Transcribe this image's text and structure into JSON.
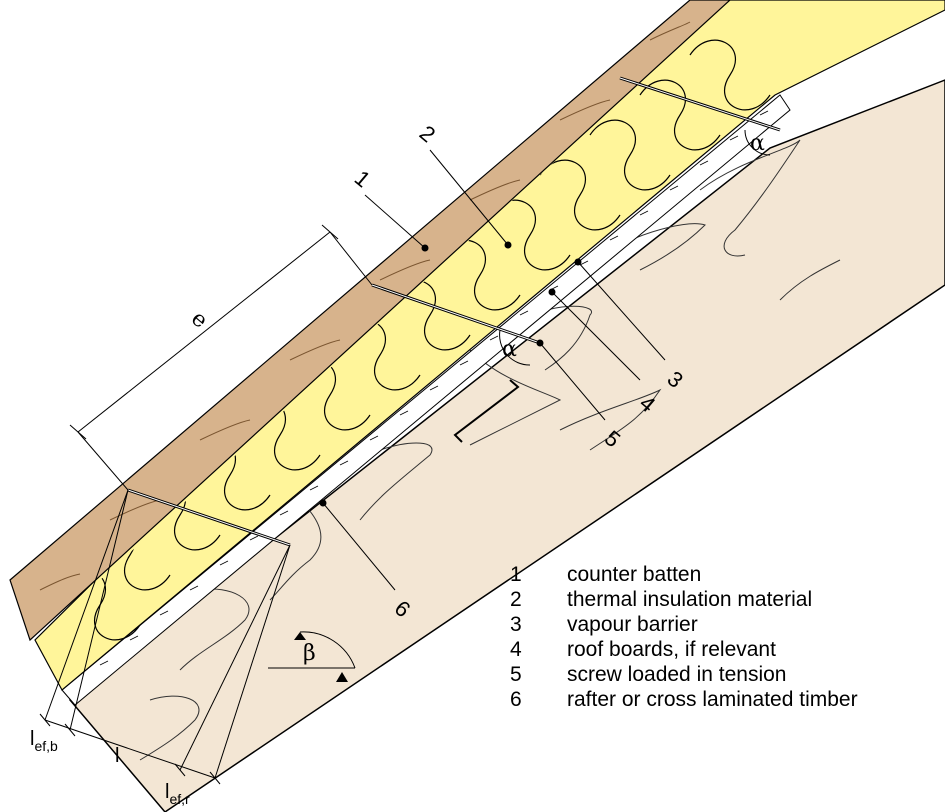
{
  "legend": [
    {
      "num": "1",
      "text": "counter batten"
    },
    {
      "num": "2",
      "text": "thermal insulation material"
    },
    {
      "num": "3",
      "text": "vapour barrier"
    },
    {
      "num": "4",
      "text": "roof boards, if relevant"
    },
    {
      "num": "5",
      "text": "screw loaded in tension"
    },
    {
      "num": "6",
      "text": "rafter or cross laminated timber"
    }
  ],
  "callouts": [
    "1",
    "2",
    "3",
    "4",
    "5",
    "6"
  ],
  "symbols": {
    "alpha": "α",
    "beta": "β",
    "e": "e",
    "l": "l",
    "lef": "l",
    "sub_b": "ef,b",
    "sub_r": "ef,r"
  },
  "colors": {
    "insulation": "#fff59a",
    "timber": "#f3e6d4",
    "batten": "#d7b38c",
    "outline": "#000000"
  }
}
